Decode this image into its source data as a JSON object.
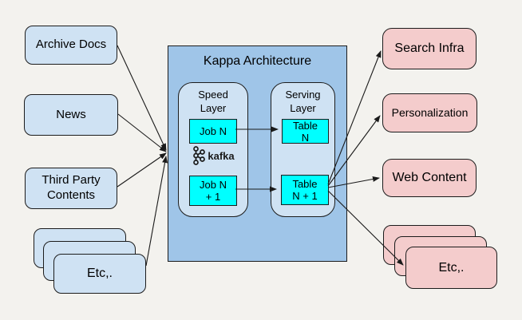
{
  "diagram": {
    "title": "Kappa Architecture",
    "sources": {
      "archive_docs": "Archive Docs",
      "news": "News",
      "third_party": "Third Party\nContents",
      "etc": "Etc,."
    },
    "pipeline": {
      "speed_layer": {
        "label": "Speed\nLayer",
        "job_n": "Job N",
        "job_n1": "Job N\n+ 1",
        "broker": "kafka"
      },
      "serving_layer": {
        "label": "Serving\nLayer",
        "table_n": "Table\nN",
        "table_n1": "Table\nN + 1"
      }
    },
    "sinks": {
      "search_infra": "Search Infra",
      "personalization": "Personalization",
      "web_content": "Web Content",
      "etc": "Etc,."
    },
    "connections": [
      {
        "from": "Archive Docs",
        "to": "Kappa Architecture"
      },
      {
        "from": "News",
        "to": "Kappa Architecture"
      },
      {
        "from": "Third Party Contents",
        "to": "Kappa Architecture"
      },
      {
        "from": "Etc (sources)",
        "to": "Kappa Architecture"
      },
      {
        "from": "Job N",
        "to": "Table N"
      },
      {
        "from": "Job N + 1",
        "to": "Table N + 1"
      },
      {
        "from": "Table N + 1",
        "to": "Search Infra"
      },
      {
        "from": "Table N + 1",
        "to": "Personalization"
      },
      {
        "from": "Table N + 1",
        "to": "Web Content"
      },
      {
        "from": "Table N + 1",
        "to": "Etc (sinks)"
      }
    ],
    "colors": {
      "background": "#f3f2ee",
      "source_fill": "#cfe2f3",
      "container_fill": "#9fc5e8",
      "layer_fill": "#cfe2f3",
      "process_fill": "#00ffff",
      "sink_fill": "#f4cccc",
      "border": "#1c1c1c",
      "text": "#000000"
    }
  }
}
